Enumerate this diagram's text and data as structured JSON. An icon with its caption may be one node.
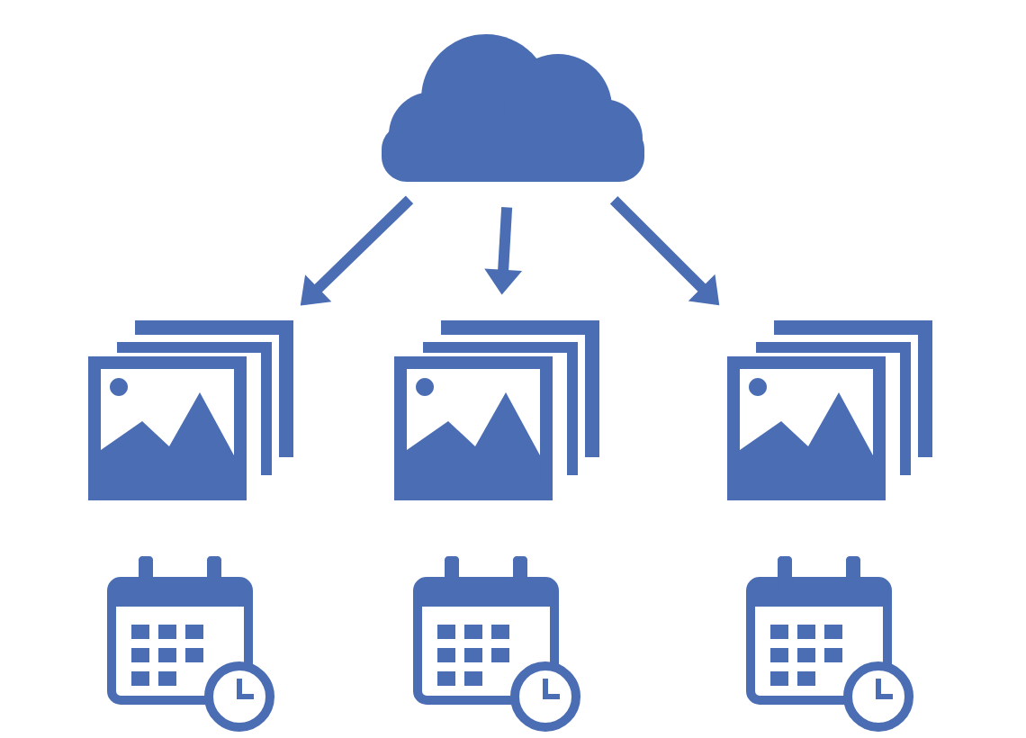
{
  "diagram": {
    "nodes": [
      {
        "text": [],
        "shape": "cloud"
      },
      {
        "text": [],
        "shape": "picture"
      },
      {
        "text": [],
        "shape": "picture"
      },
      {
        "text": [],
        "shape": "picture"
      },
      {
        "text": [],
        "shape": "calendar"
      },
      {
        "text": [],
        "shape": "calendar"
      },
      {
        "text": [],
        "shape": "calendar"
      }
    ],
    "edges": [
      {
        "from": 0,
        "to": 1,
        "arrow": "to"
      },
      {
        "from": 0,
        "to": 2,
        "arrow": "to"
      },
      {
        "from": 0,
        "to": 3,
        "arrow": "to"
      }
    ]
  }
}
